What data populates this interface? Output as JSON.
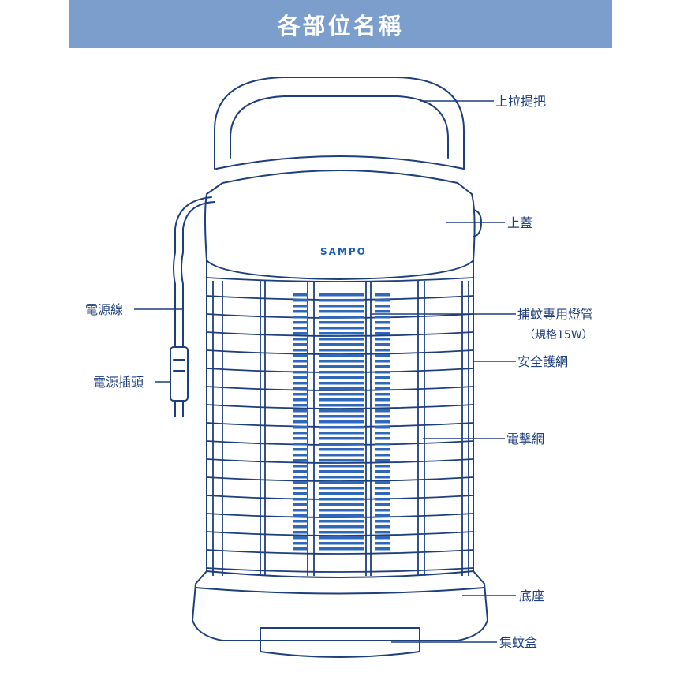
{
  "header": {
    "title": "各部位名稱"
  },
  "brand": "SAMPO",
  "parts": {
    "handle": "上拉提把",
    "lid": "上蓋",
    "lamp": "捕蚊專用燈管",
    "lamp_spec": "（規格15W）",
    "safety_grid": "安全護網",
    "electric_grid": "電擊網",
    "base": "底座",
    "tray": "集蚊盒",
    "power_cord": "電源線",
    "plug": "電源插頭"
  },
  "colors": {
    "banner": "#7c9ecc",
    "line": "#1e3f7e",
    "lamp": "#2f68b8"
  }
}
